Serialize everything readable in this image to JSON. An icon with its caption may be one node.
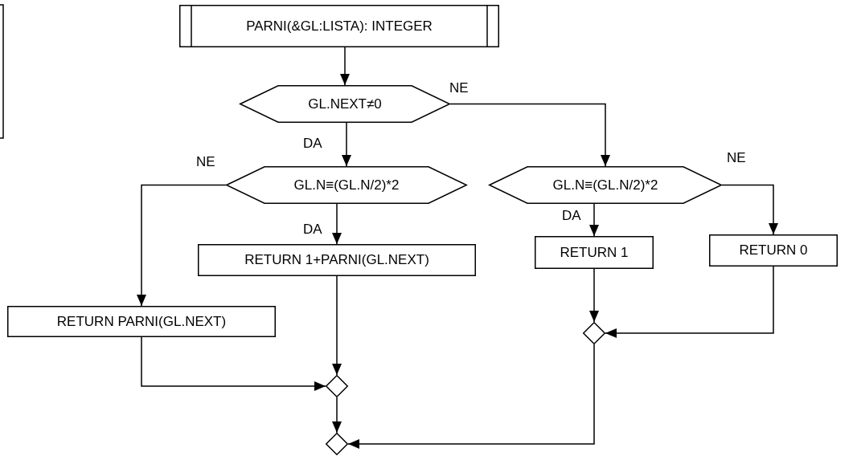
{
  "diagram": {
    "nodes": [
      {
        "text": [
          "PARNI(&GL:LISTA): INTEGER"
        ]
      },
      {
        "text": [
          "GL.NEXT≠0"
        ]
      },
      {
        "text": [
          "GL.N≡(GL.N/2)*2"
        ]
      },
      {
        "text": [
          "GL.N≡(GL.N/2)*2"
        ]
      },
      {
        "text": [
          "RETURN 1+PARNI(GL.NEXT)"
        ]
      },
      {
        "text": [
          "RETURN 1"
        ]
      },
      {
        "text": [
          "RETURN  0"
        ]
      },
      {
        "text": [
          "RETURN  PARNI(GL.NEXT)"
        ]
      },
      {
        "text": [],
        "shape": "diamond"
      },
      {
        "text": [],
        "shape": "diamond"
      },
      {
        "text": [],
        "shape": "diamond"
      }
    ],
    "edges": [
      {
        "from": 0,
        "to": 1,
        "arrow": "to"
      },
      {
        "from": 1,
        "to": 2,
        "arrow": "to",
        "label": "DA"
      },
      {
        "from": 1,
        "to": 3,
        "arrow": "to",
        "label": "NE"
      },
      {
        "from": 2,
        "to": 7,
        "arrow": "to",
        "label": "NE"
      },
      {
        "from": 2,
        "to": 4,
        "arrow": "to",
        "label": "DA"
      },
      {
        "from": 3,
        "to": 5,
        "arrow": "to",
        "label": "DA"
      },
      {
        "from": 3,
        "to": 6,
        "arrow": "to",
        "label": "NE"
      },
      {
        "from": 5,
        "to": 8,
        "arrow": "to"
      },
      {
        "from": 6,
        "to": 8,
        "arrow": "to"
      },
      {
        "from": 4,
        "to": 9,
        "arrow": "to"
      },
      {
        "from": 7,
        "to": 9,
        "arrow": "to"
      },
      {
        "from": 9,
        "to": 10,
        "arrow": "to"
      },
      {
        "from": 8,
        "to": 10,
        "arrow": "to"
      }
    ]
  }
}
